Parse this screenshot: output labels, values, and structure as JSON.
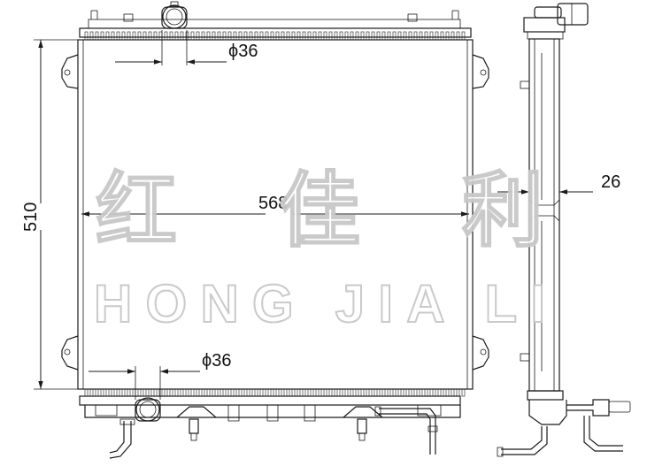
{
  "dimensions": {
    "top_inlet_diameter": "ϕ36",
    "bottom_outlet_diameter": "ϕ36",
    "core_width": "568",
    "core_height": "510",
    "core_thickness": "26"
  },
  "watermark": {
    "chinese": "红 佳 利",
    "english": "HONG JIA LI"
  }
}
